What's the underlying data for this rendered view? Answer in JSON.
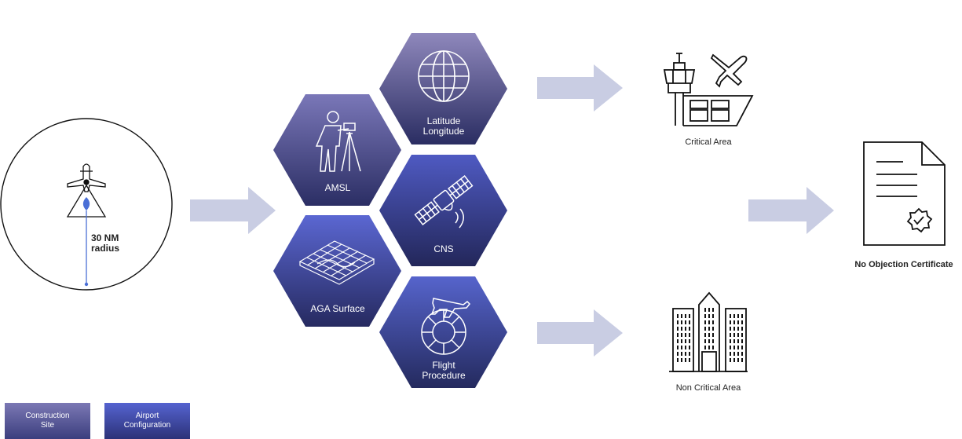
{
  "site": {
    "radius_label_line1": "30 NM",
    "radius_label_line2": "radius"
  },
  "hexagons": {
    "latlon": [
      "Latitude",
      "Longitude"
    ],
    "amsl": "AMSL",
    "cns": "CNS",
    "aga": "AGA Surface",
    "flight": [
      "Flight",
      "Procedure"
    ]
  },
  "outputs": {
    "critical": "Critical Area",
    "noncritical": "Non Critical Area",
    "noc": "No Objection Certificate"
  },
  "legend": {
    "construction": [
      "Construction",
      "Site"
    ],
    "airport": [
      "Airport",
      "Configuration"
    ]
  },
  "colors": {
    "arrow": "#c9cde3",
    "hex_dark": "#2b2f66",
    "hex_light": "#5a63c9",
    "hex_muted_top": "#8a84b8",
    "legend_construction": "#6a6aa8",
    "legend_airport": "#4455c4",
    "marker": "#4a6fd6"
  },
  "icons": [
    "airplane-icon",
    "globe-icon",
    "surveyor-icon",
    "satellite-icon",
    "terrain-grid-icon",
    "flight-procedure-icon",
    "control-tower-icon",
    "buildings-icon",
    "certificate-icon"
  ]
}
